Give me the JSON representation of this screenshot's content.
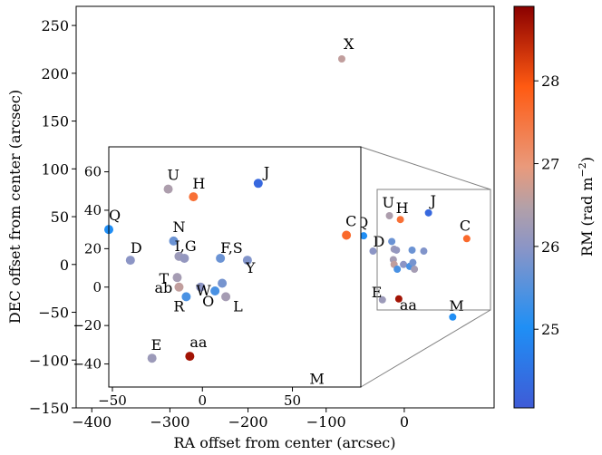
{
  "chart_data": {
    "type": "scatter",
    "xlabel": "RA offset from center (arcsec)",
    "ylabel": "DEC offset from center (arcsec)",
    "xlim": [
      -420,
      115
    ],
    "ylim": [
      -150,
      270
    ],
    "xticks": [
      -400,
      -300,
      -200,
      -100,
      0
    ],
    "xtick_labels": [
      "−400",
      "−300",
      "−200",
      "−100",
      "0"
    ],
    "yticks": [
      -150,
      -100,
      -50,
      0,
      50,
      100,
      150,
      200,
      250
    ],
    "ytick_labels": [
      "−150",
      "−100",
      "−50",
      "0",
      "50",
      "100",
      "150",
      "200",
      "250"
    ],
    "colorbar": {
      "label": "RM (rad m⁻²)",
      "label_main": "RM (rad m",
      "label_sup": "−2",
      "label_close": ")",
      "range": [
        24.05,
        28.9
      ],
      "ticks": [
        25,
        26,
        27,
        28
      ],
      "tick_labels": [
        "25",
        "26",
        "27",
        "28"
      ],
      "colormap": "coolwarm-like (blue → gray → orange → dark red)"
    },
    "points": [
      {
        "label": "X",
        "x": -80,
        "y": 215,
        "rm": 26.6
      },
      {
        "label": "J",
        "x": 31,
        "y": 54,
        "rm": 24.3
      },
      {
        "label": "U",
        "x": -19,
        "y": 51,
        "rm": 26.4
      },
      {
        "label": "H",
        "x": -5,
        "y": 47,
        "rm": 27.6
      },
      {
        "label": "C",
        "x": 80,
        "y": 27,
        "rm": 27.7
      },
      {
        "label": "Q",
        "x": -52,
        "y": 30,
        "rm": 25.0
      },
      {
        "label": "N",
        "x": -16,
        "y": 24,
        "rm": 25.7
      },
      {
        "label": "D",
        "x": -40,
        "y": 14,
        "rm": 26.0
      },
      {
        "label": "I",
        "x": -13,
        "y": 16,
        "rm": 26.2
      },
      {
        "label": "G",
        "x": -10,
        "y": 15,
        "rm": 26.1
      },
      {
        "label": "T",
        "x": -14,
        "y": 5,
        "rm": 26.3
      },
      {
        "label": "F",
        "x": 10,
        "y": 15,
        "rm": 25.7
      },
      {
        "label": "S",
        "x": 25,
        "y": 14,
        "rm": 25.9
      },
      {
        "label": "W",
        "x": -1,
        "y": 0,
        "rm": 26.0
      },
      {
        "label": "ab",
        "x": -13,
        "y": 0,
        "rm": 26.6
      },
      {
        "label": "R",
        "x": -9,
        "y": -5,
        "rm": 25.4
      },
      {
        "label": "O",
        "x": 7,
        "y": -2,
        "rm": 25.4
      },
      {
        "label": "L",
        "x": 13,
        "y": -5,
        "rm": 26.3
      },
      {
        "label": "Y",
        "x": 11,
        "y": 2,
        "rm": 25.8
      },
      {
        "label": "E",
        "x": -28,
        "y": -37,
        "rm": 26.2
      },
      {
        "label": "aa",
        "x": -7,
        "y": -36,
        "rm": 28.7
      },
      {
        "label": "M",
        "x": 62,
        "y": -55,
        "rm": 25.0
      }
    ],
    "inset": {
      "xlim": [
        -52,
        88
      ],
      "ylim": [
        -52,
        73
      ],
      "xticks": [
        -50,
        0,
        50
      ],
      "xtick_labels": [
        "−50",
        "0",
        "50"
      ],
      "yticks": [
        -40,
        -20,
        0,
        20,
        40,
        60
      ],
      "ytick_labels": [
        "−40",
        "−20",
        "0",
        "20",
        "40",
        "60"
      ],
      "labels": [
        {
          "text": "U",
          "point": "U"
        },
        {
          "text": "H",
          "point": "H"
        },
        {
          "text": "J",
          "point": "J"
        },
        {
          "text": "Q",
          "point": "Q"
        },
        {
          "text": "N",
          "point": "N"
        },
        {
          "text": "D",
          "point": "D"
        },
        {
          "text": "T",
          "point": "T"
        },
        {
          "text": "I,G",
          "point": "I"
        },
        {
          "text": "F,S",
          "point": "F"
        },
        {
          "text": "W",
          "point": "W"
        },
        {
          "text": "Y",
          "point": "S"
        },
        {
          "text": "ab",
          "point": "ab"
        },
        {
          "text": "R",
          "point": "R"
        },
        {
          "text": "O",
          "point": "O"
        },
        {
          "text": "L",
          "point": "L"
        },
        {
          "text": "C",
          "point": "C"
        },
        {
          "text": "E",
          "point": "E"
        },
        {
          "text": "aa",
          "point": "aa"
        },
        {
          "text": "M",
          "point": "M"
        }
      ]
    },
    "main_labels": [
      {
        "text": "X",
        "point": "X"
      },
      {
        "text": "U",
        "point": "U"
      },
      {
        "text": "H",
        "point": "H"
      },
      {
        "text": "J",
        "point": "J"
      },
      {
        "text": "Q",
        "point": "Q"
      },
      {
        "text": "D",
        "point": "D"
      },
      {
        "text": "C",
        "point": "C"
      },
      {
        "text": "E",
        "point": "E"
      },
      {
        "text": "aa",
        "point": "aa"
      },
      {
        "text": "M",
        "point": "M"
      }
    ]
  }
}
